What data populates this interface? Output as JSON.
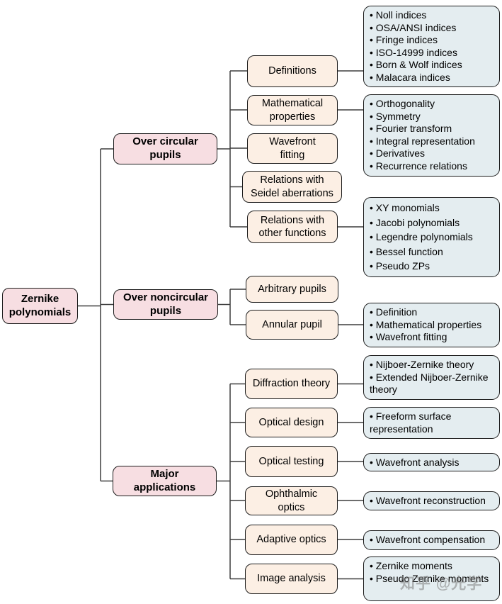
{
  "bullet": "•",
  "watermark": "知乎 @光学",
  "colors": {
    "root_fill": "#f7dee2",
    "topic_fill": "#fcefe4",
    "list_fill": "#e4edf0",
    "border": "#1c1c1c",
    "line": "#3d3d3d"
  },
  "root": {
    "label": "Zernike\npolynomials"
  },
  "groups": [
    {
      "label": "Over circular\npupils"
    },
    {
      "label": "Over noncircular\npupils"
    },
    {
      "label": "Major\napplications"
    }
  ],
  "topics": {
    "definitions": {
      "label": "Definitions"
    },
    "math_properties": {
      "label": "Mathematical\nproperties"
    },
    "wavefront_fitting": {
      "label": "Wavefront\nfitting"
    },
    "seidel": {
      "label": "Relations with\nSeidel aberrations"
    },
    "other_functions": {
      "label": "Relations with\nother functions"
    },
    "arbitrary_pupils": {
      "label": "Arbitrary pupils"
    },
    "annular_pupil": {
      "label": "Annular pupil"
    },
    "diffraction_theory": {
      "label": "Diffraction theory"
    },
    "optical_design": {
      "label": "Optical design"
    },
    "optical_testing": {
      "label": "Optical testing"
    },
    "ophthalmic_optics": {
      "label": "Ophthalmic\noptics"
    },
    "adaptive_optics": {
      "label": "Adaptive optics"
    },
    "image_analysis": {
      "label": "Image analysis"
    }
  },
  "lists": {
    "indices": {
      "items": [
        "Noll indices",
        "OSA/ANSI indices",
        "Fringe indices",
        "ISO-14999 indices",
        "Born & Wolf indices",
        "Malacara indices"
      ]
    },
    "math_properties": {
      "items": [
        "Orthogonality",
        "Symmetry",
        "Fourier transform",
        "Integral representation",
        "Derivatives",
        "Recurrence relations"
      ]
    },
    "other_functions": {
      "items": [
        "XY monomials",
        "Jacobi polynomials",
        "Legendre polynomials",
        "Bessel function",
        "Pseudo ZPs"
      ]
    },
    "annular_pupil": {
      "items": [
        "Definition",
        "Mathematical properties",
        "Wavefront fitting"
      ]
    },
    "diffraction_theory": {
      "items": [
        "Nijboer-Zernike theory",
        "Extended Nijboer-Zernike theory"
      ]
    },
    "optical_design": {
      "items": [
        "Freeform surface representation"
      ]
    },
    "optical_testing": {
      "items": [
        "Wavefront analysis"
      ]
    },
    "ophthalmic_optics": {
      "items": [
        "Wavefront reconstruction"
      ]
    },
    "adaptive_optics": {
      "items": [
        "Wavefront compensation"
      ]
    },
    "image_analysis": {
      "items": [
        "Zernike moments",
        "Pseudo Zernike moments"
      ]
    }
  }
}
